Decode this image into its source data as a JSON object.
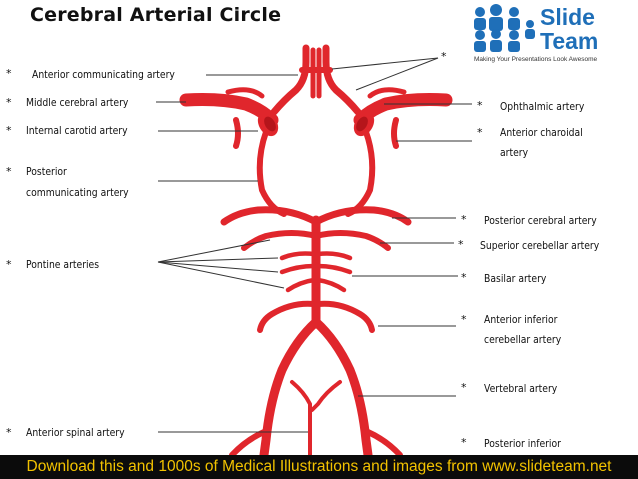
{
  "title": "Cerebral Arterial Circle",
  "logo": {
    "word1": "Slide",
    "word2": "Team",
    "tagline": "Making Your Presentations Look Awesome"
  },
  "bullet": "*",
  "labels_left": {
    "anterior_communicating": "Anterior communicating artery",
    "middle_cerebral": "Middle cerebral artery",
    "internal_carotid": "Internal carotid artery",
    "posterior_communicating_1": "Posterior",
    "posterior_communicating_2": "communicating artery",
    "pontine": "Pontine arteries",
    "anterior_spinal": "Anterior spinal artery"
  },
  "labels_right": {
    "ophthalmic": "Ophthalmic artery",
    "anterior_choroidal_1": "Anterior charoidal",
    "anterior_choroidal_2": "artery",
    "posterior_cerebral": "Posterior cerebral artery",
    "superior_cerebellar": "Superior cerebellar artery",
    "basilar": "Basilar artery",
    "anterior_inferior_cerebellar_1": "Anterior inferior",
    "anterior_inferior_cerebellar_2": "cerebellar artery",
    "vertebral": "Vertebral artery",
    "posterior_inferior": "Posterior inferior"
  },
  "footer": "Download this and 1000s of Medical Illustrations and images from www.slideteam.net",
  "colors": {
    "artery": "#e0262c",
    "artery_dark": "#b5151b",
    "footer_bg": "#0b0b0b",
    "footer_text": "#f2c200",
    "logo": "#1f6fb8"
  }
}
